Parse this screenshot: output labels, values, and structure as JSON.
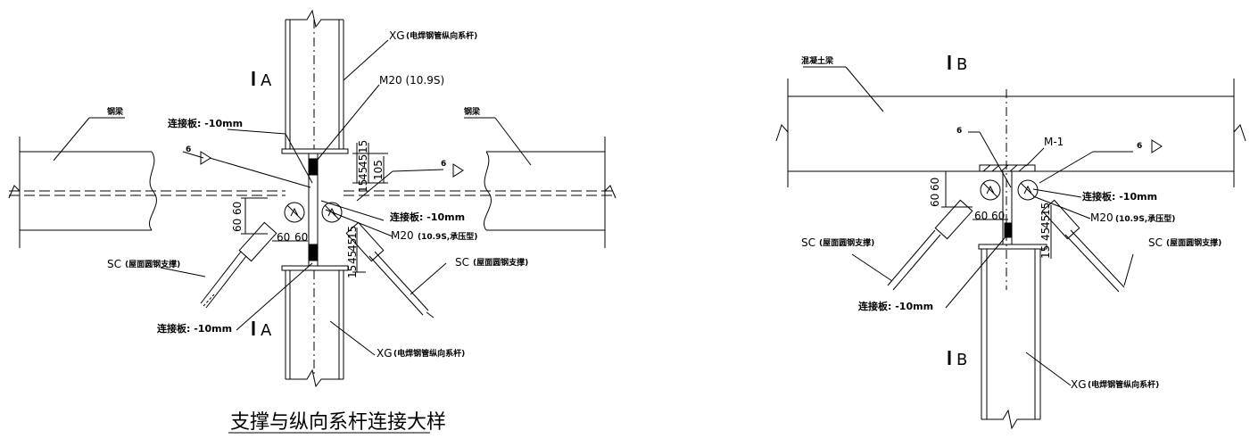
{
  "left_detail": {
    "section_top_letter": "A",
    "section_bottom_letter": "A",
    "xg_top_code": "XG",
    "xg_top_note": "(电焊钢管纵向系杆)",
    "xg_bottom_code": "XG",
    "xg_bottom_note": "(电焊钢管纵向系杆)",
    "bolt_label": "M20 (10.9S)",
    "bolt2_code": "M20",
    "bolt2_note": "(10.9S,承压型)",
    "plate_top_label": "连接板: -10mm",
    "plate_right_label": "连接板: -10mm",
    "plate_bottom_label": "连接板: -10mm",
    "beam_left_label": "钢梁",
    "beam_right_label": "钢梁",
    "sc_left_code": "SC",
    "sc_left_note": "(屋面圆钢支撑)",
    "sc_right_code": "SC",
    "sc_right_note": "(屋面圆钢支撑)",
    "weld_left": "6",
    "weld_right": "6",
    "dims": {
      "d15a": "15",
      "d45a": "45",
      "d45b": "45",
      "d15b": "15",
      "d105": "105",
      "d60a": "60",
      "d60b": "60",
      "d60c": "60",
      "d60d": "60",
      "d15c": "15",
      "d45c": "45",
      "d45d": "45",
      "d15d": "15"
    },
    "title": "支撑与纵向系杆连接大样"
  },
  "right_detail": {
    "section_top_letter": "B",
    "section_bottom_letter": "B",
    "beam_label": "混凝土梁",
    "embed_label": "M-1",
    "weld_left": "6",
    "weld_right": "6",
    "plate_right_label": "连接板: -10mm",
    "plate_bottom_label": "连接板: -10mm",
    "bolt_code": "M20",
    "bolt_note": "(10.9S,承压型)",
    "sc_left_code": "SC",
    "sc_left_note": "(屋面圆钢支撑)",
    "sc_right_code": "SC",
    "sc_right_note": "(屋面圆钢支撑)",
    "xg_code": "XG",
    "xg_note": "(电焊钢管纵向系杆)",
    "dims": {
      "d60a": "60",
      "d60b": "60",
      "d60c": "60",
      "d60d": "60",
      "d15a": "15",
      "d45a": "45",
      "d45b": "45",
      "d15b": "15"
    }
  }
}
